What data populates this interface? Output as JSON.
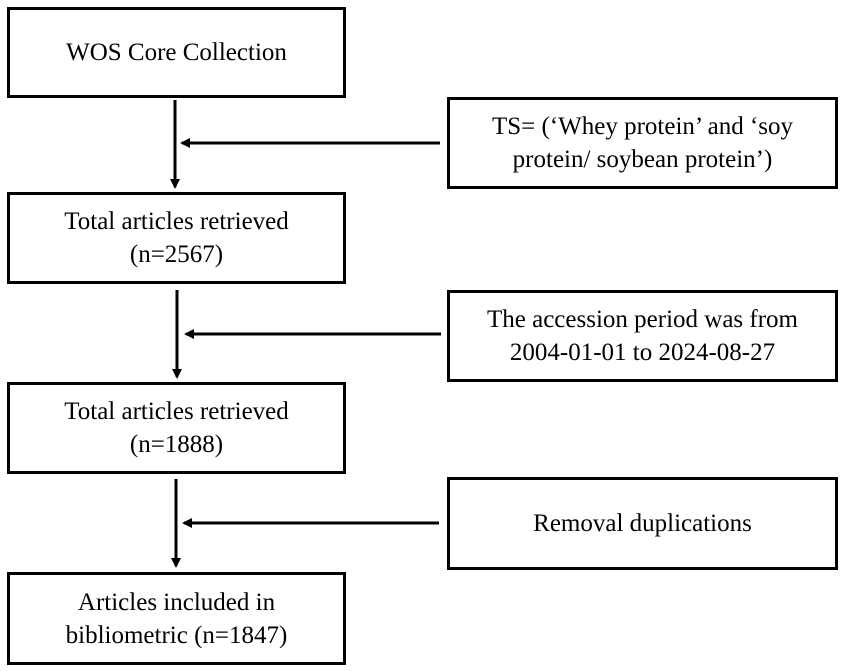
{
  "colors": {
    "stroke": "#000000",
    "background": "#ffffff"
  },
  "main_flow": [
    {
      "id": "wos",
      "lines": [
        "WOS Core Collection"
      ]
    },
    {
      "id": "retrieved-1",
      "lines": [
        "Total articles retrieved",
        "(n=2567)"
      ]
    },
    {
      "id": "retrieved-2",
      "lines": [
        "Total articles retrieved",
        "(n=1888)"
      ]
    },
    {
      "id": "included",
      "lines": [
        "Articles included in",
        "bibliometric (n=1847)"
      ]
    }
  ],
  "side_steps": [
    {
      "id": "search-query",
      "lines": [
        "TS= (‘Whey protein’ and ‘soy",
        "protein/ soybean protein’)"
      ]
    },
    {
      "id": "accession-period",
      "lines": [
        "The accession period was from",
        "2004-01-01 to 2024-08-27"
      ]
    },
    {
      "id": "removal",
      "lines": [
        "Removal duplications"
      ]
    }
  ]
}
